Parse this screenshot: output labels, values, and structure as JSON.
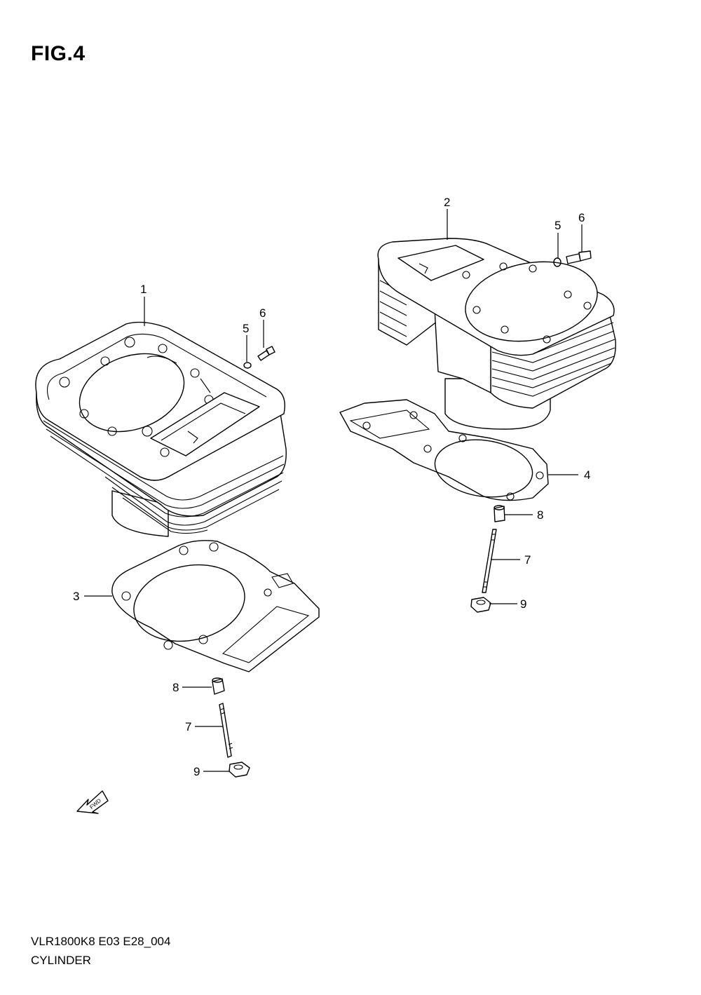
{
  "figure": {
    "title": "FIG.4",
    "code": "VLR1800K8 E03 E28_004",
    "name": "CYLINDER",
    "fwd_label": "FWD"
  },
  "callouts": {
    "c1": "1",
    "c2": "2",
    "c3": "3",
    "c4": "4",
    "c5a": "5",
    "c6a": "6",
    "c5b": "5",
    "c6b": "6",
    "c7a": "7",
    "c8a": "8",
    "c9a": "9",
    "c7b": "7",
    "c8b": "8",
    "c9b": "9"
  }
}
